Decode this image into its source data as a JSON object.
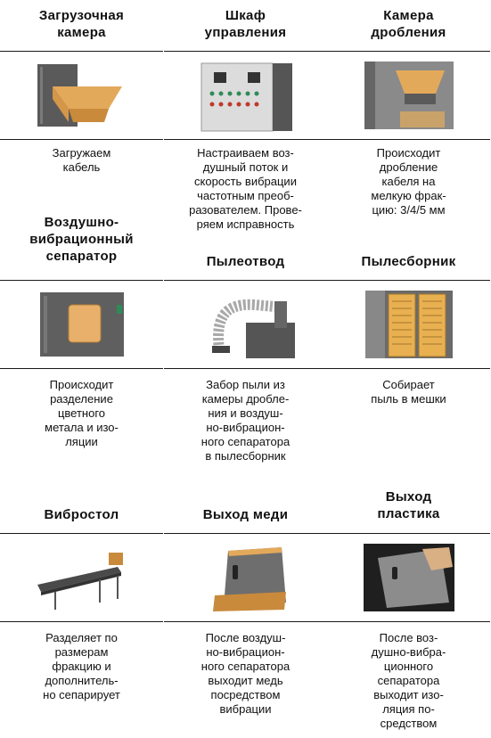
{
  "items": [
    {
      "title": "Загрузочная\nкамера",
      "description": "Загружаем\nкабель",
      "icon": "loading-chamber-image"
    },
    {
      "title": "Шкаф\nуправления",
      "description": "Настраиваем воз-\nдушный поток и\nскорость вибрации\nчастотным преоб-\nразователем. Прове-\nряем исправность",
      "icon": "control-cabinet-image"
    },
    {
      "title": "Камера\nдробления",
      "description": "Происходит\nдробление\nкабеля на\nмелкую фрак-\nцию: 3/4/5 мм",
      "icon": "crushing-chamber-image"
    },
    {
      "title": "Воздушно-\nвибрационный\nсепаратор",
      "description": "Происходит\nразделение\nцветного\nметала и изо-\nляции",
      "icon": "air-vibration-separator-image"
    },
    {
      "title": "Пылеотвод",
      "description": "Забор пыли из\nкамеры дробле-\nния и воздуш-\nно-вибрацион-\nного сепаратора\nв пылесборник",
      "icon": "dust-duct-image"
    },
    {
      "title": "Пылесборник",
      "description": "Собирает\nпыль в мешки",
      "icon": "dust-collector-image"
    },
    {
      "title": "Вибростол",
      "description": "Разделяет по\nразмерам\nфракцию и\nдополнитель-\nно сепарирует",
      "icon": "vibrating-table-image"
    },
    {
      "title": "Выход меди",
      "description": "После воздуш-\nно-вибрацион-\nного сепаратора\nвыходит медь\nпосредством\nвибрации",
      "icon": "copper-outlet-image"
    },
    {
      "title": "Выход\nпластика",
      "description": "После воз-\nдушно-вибра-\nционного\nсепаратора\nвыходит изо-\nляция по-\nсредством",
      "icon": "plastic-outlet-image"
    }
  ]
}
